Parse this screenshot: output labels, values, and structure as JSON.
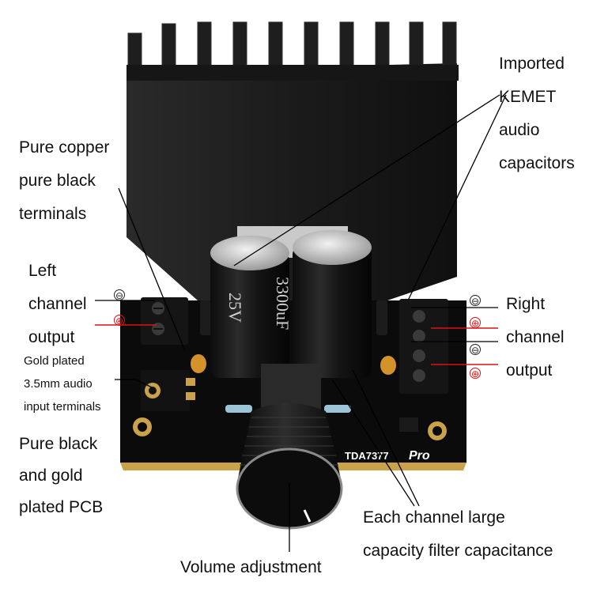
{
  "labels": {
    "kemet": [
      "Imported",
      "KEMET",
      "audio",
      "capacitors"
    ],
    "terminals": [
      "Pure copper",
      "pure black",
      "terminals"
    ],
    "left_output": [
      "Left",
      "channel",
      "output"
    ],
    "gold_input": [
      "Gold plated",
      "3.5mm audio",
      "input terminals"
    ],
    "pcb": [
      "Pure black",
      "and gold",
      "plated PCB"
    ],
    "right_output": [
      "Right",
      "channel",
      "output"
    ],
    "filter_cap": [
      "Each channel large",
      "capacity filter capacitance"
    ],
    "volume": "Volume adjustment"
  },
  "polarity": {
    "negative": "⊖",
    "positive": "⊕"
  },
  "markings": {
    "chip": "TDA7377",
    "model_suffix": "Pro",
    "cap_value": "3300uF",
    "cap_voltage": "25V"
  },
  "colors": {
    "heatsink": "#1a1a1a",
    "pcb": "#0c0c0c",
    "gold": "#c9a24a",
    "capacitor": "#151515",
    "positive_mark": "#dd1111",
    "leader_line": "#000000"
  }
}
